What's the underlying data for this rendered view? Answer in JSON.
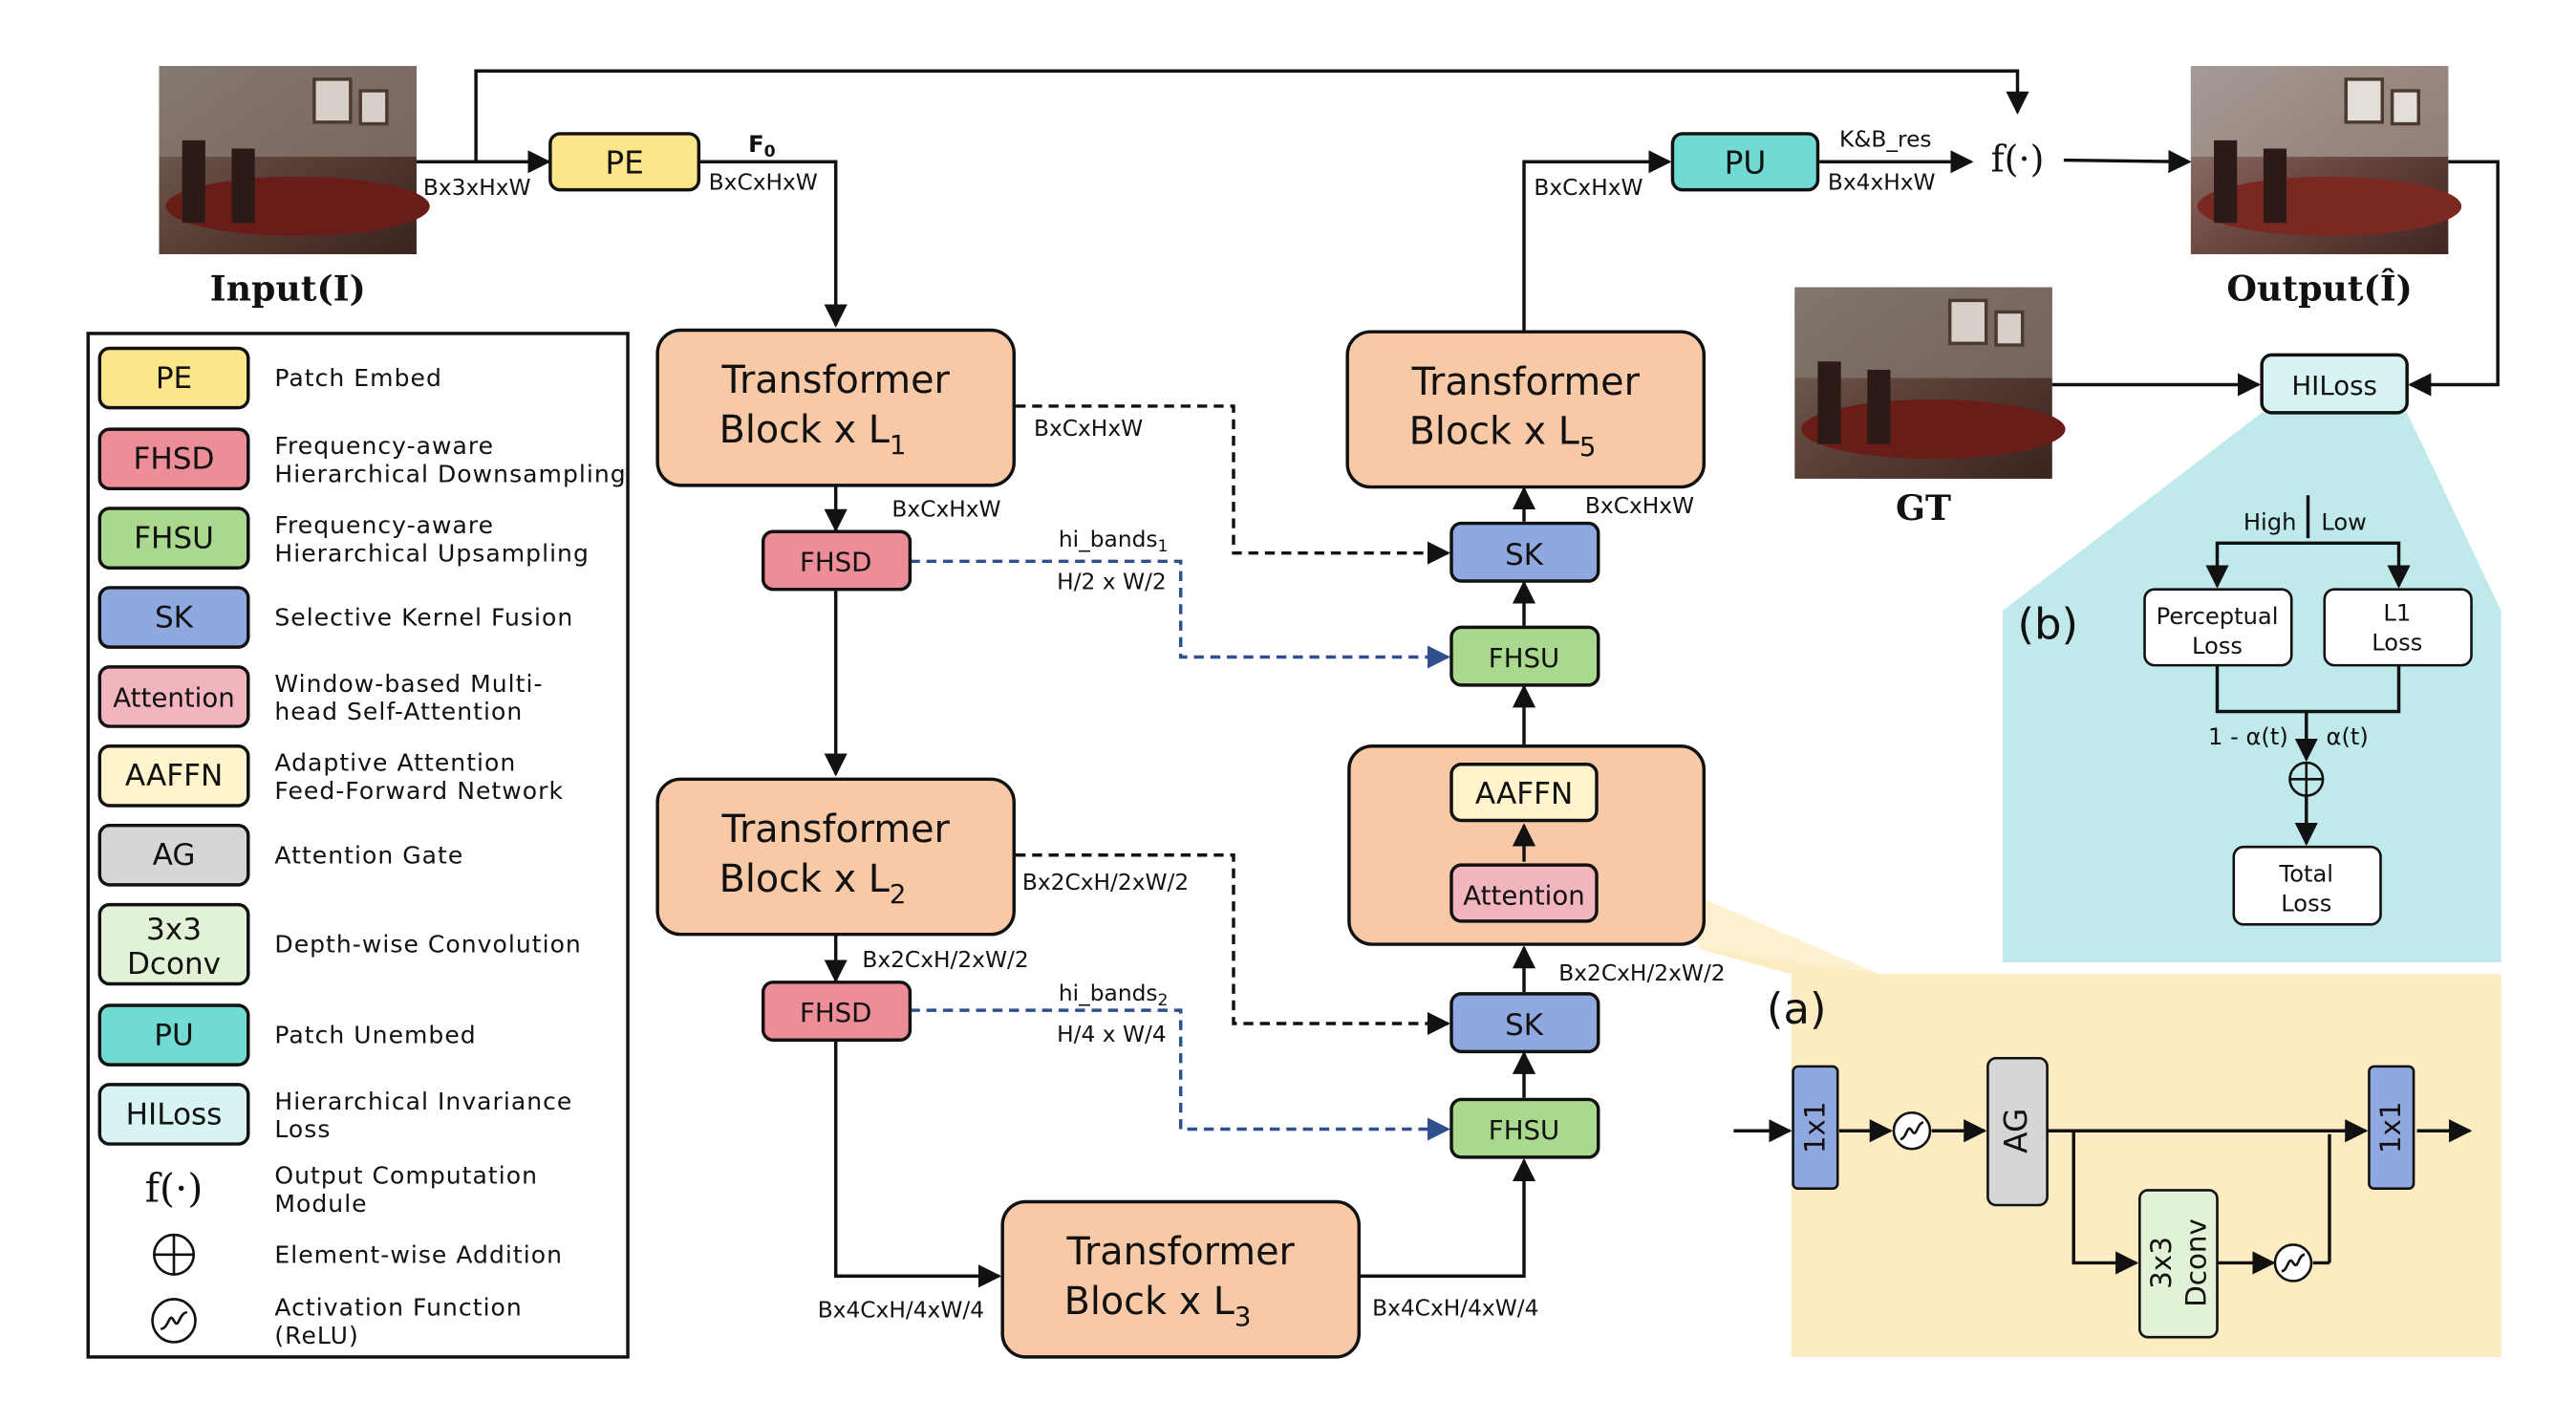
{
  "colors": {
    "pe": "#fde589",
    "fhsd": "#ec8d97",
    "fhsu": "#a9d88e",
    "sk": "#8fa9e0",
    "attention": "#f3b5bd",
    "aaffn": "#fff4cc",
    "ag": "#d6d6d6",
    "dconv": "#e1f2d6",
    "pu": "#71dbd3",
    "hiloss": "#d7f3f2",
    "transformer": "#f8c9a6",
    "panel_a": "#fdecc2",
    "panel_b": "#bfe9ea",
    "dash_blue": "#2f4f8f"
  },
  "images": {
    "input_caption": "Input(I)",
    "output_caption": "Output(Î)",
    "gt_caption": "GT"
  },
  "blocks": {
    "pe": "PE",
    "pu": "PU",
    "fhsd": "FHSD",
    "fhsu": "FHSU",
    "sk": "SK",
    "aaffn": "AAFFN",
    "attention": "Attention",
    "hiloss": "HILoss",
    "func": "f(·)",
    "transformer_line1": "Transformer",
    "transformer_block": "Block x L",
    "sub1": "1",
    "sub2": "2",
    "sub3": "3",
    "sub5": "5",
    "ag": "AG",
    "conv1x1": "1x1",
    "dconv_line1": "3x3",
    "dconv_line2": "Dconv"
  },
  "edge_labels": {
    "input_dims": "Bx3xHxW",
    "f0": "F",
    "f0_sub": "0",
    "pe_out": "BxCxHxW",
    "t1_skip": "BxCxHxW",
    "t1_down": "BxCxHxW",
    "hi_bands1": "hi_bands",
    "hi_bands1_sub": "1",
    "hi_bands1_dims": "H/2 x W/2",
    "t2_skip": "Bx2CxH/2xW/2",
    "t2_down": "Bx2CxH/2xW/2",
    "hi_bands2": "hi_bands",
    "hi_bands2_sub": "2",
    "hi_bands2_dims": "H/4 x W/4",
    "t3_in": "Bx4CxH/4xW/4",
    "t3_out": "Bx4CxH/4xW/4",
    "sk2_out": "Bx2CxH/2xW/2",
    "sk1_out": "BxCxHxW",
    "t5_out": "BxCxHxW",
    "kb_res": "K&B_res",
    "pu_out": "Bx4xHxW"
  },
  "panel_b": {
    "label": "(b)",
    "high": "High",
    "low": "Low",
    "perceptual_line1": "Perceptual",
    "perceptual_line2": "Loss",
    "l1_line1": "L1",
    "l1_line2": "Loss",
    "alpha_left": "1 - α(t)",
    "alpha_right": "α(t)",
    "total_line1": "Total",
    "total_line2": "Loss"
  },
  "panel_a": {
    "label": "(a)"
  },
  "legend": [
    {
      "key": "PE",
      "color": "#fde589",
      "desc1": "Patch Embed",
      "desc2": ""
    },
    {
      "key": "FHSD",
      "color": "#ec8d97",
      "desc1": "Frequency-aware",
      "desc2": "Hierarchical Downsampling"
    },
    {
      "key": "FHSU",
      "color": "#a9d88e",
      "desc1": "Frequency-aware",
      "desc2": "Hierarchical Upsampling"
    },
    {
      "key": "SK",
      "color": "#8fa9e0",
      "desc1": "Selective Kernel Fusion",
      "desc2": ""
    },
    {
      "key": "Attention",
      "color": "#f3b5bd",
      "desc1": "Window-based Multi-",
      "desc2": "head Self-Attention"
    },
    {
      "key": "AAFFN",
      "color": "#fff4cc",
      "desc1": "Adaptive Attention",
      "desc2": "Feed-Forward Network"
    },
    {
      "key": "AG",
      "color": "#d6d6d6",
      "desc1": "Attention Gate",
      "desc2": ""
    },
    {
      "key": "3x3 Dconv",
      "color": "#e1f2d6",
      "desc1": "Depth-wise Convolution",
      "desc2": ""
    },
    {
      "key": "PU",
      "color": "#71dbd3",
      "desc1": "Patch Unembed",
      "desc2": ""
    },
    {
      "key": "HILoss",
      "color": "#d7f3f2",
      "desc1": "Hierarchical Invariance",
      "desc2": "Loss"
    },
    {
      "key": "f(·)",
      "color": "",
      "desc1": "Output Computation",
      "desc2": "Module"
    },
    {
      "key": "⊕",
      "color": "",
      "desc1": "Element-wise Addition",
      "desc2": ""
    },
    {
      "key": "relu",
      "color": "",
      "desc1": "Activation Function",
      "desc2": "(ReLU)"
    }
  ]
}
